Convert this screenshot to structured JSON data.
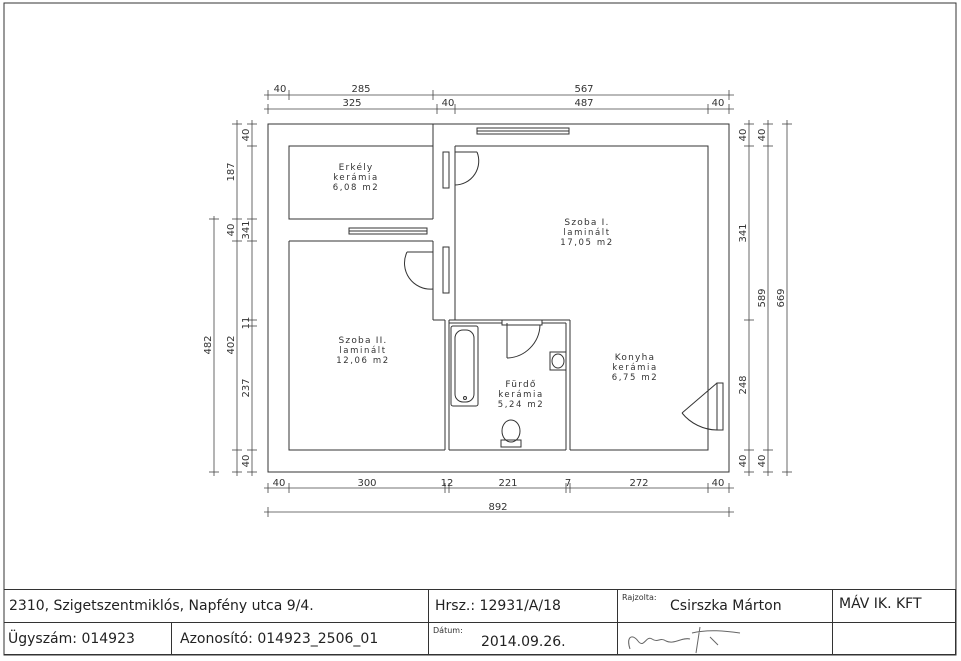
{
  "plan": {
    "rooms": [
      {
        "name": "Erkély",
        "floor": "kerámia",
        "area": "6,08 m2"
      },
      {
        "name": "Szoba I.",
        "floor": "laminált",
        "area": "17,05 m2"
      },
      {
        "name": "Szoba II.",
        "floor": "laminált",
        "area": "12,06 m2"
      },
      {
        "name": "Fürdő",
        "floor": "kerámia",
        "area": "5,24 m2"
      },
      {
        "name": "Konyha",
        "floor": "kerámia",
        "area": "6,75 m2"
      }
    ],
    "dims": {
      "top1": [
        "40",
        "285",
        "567"
      ],
      "top2": [
        "325",
        "40",
        "487",
        "40"
      ],
      "bottom1": [
        "40",
        "300",
        "12",
        "221",
        "7",
        "272",
        "40"
      ],
      "bottom2": "892",
      "left_outer": "482",
      "left_mid": [
        "187",
        "341",
        "402"
      ],
      "left_inner": [
        "40",
        "40",
        "11",
        "237",
        "40"
      ],
      "right_inner": [
        "40",
        "341",
        "248",
        "40"
      ],
      "right_mid": [
        "40",
        "589",
        "40"
      ],
      "right_outer": "669"
    }
  },
  "titleblock": {
    "address": "2310, Szigetszentmiklós, Napfény utca 9/4.",
    "hrsz": "Hrsz.: 12931/A/18",
    "drawn_by_label": "Rajzolta:",
    "drawn_by": "Csirszka Márton",
    "company": "MÁV IK. KFT",
    "case_no": "Ügyszám:  014923",
    "identifier": "Azonosító:  014923_2506_01",
    "date_label": "Dátum:",
    "date": "2014.09.26."
  }
}
